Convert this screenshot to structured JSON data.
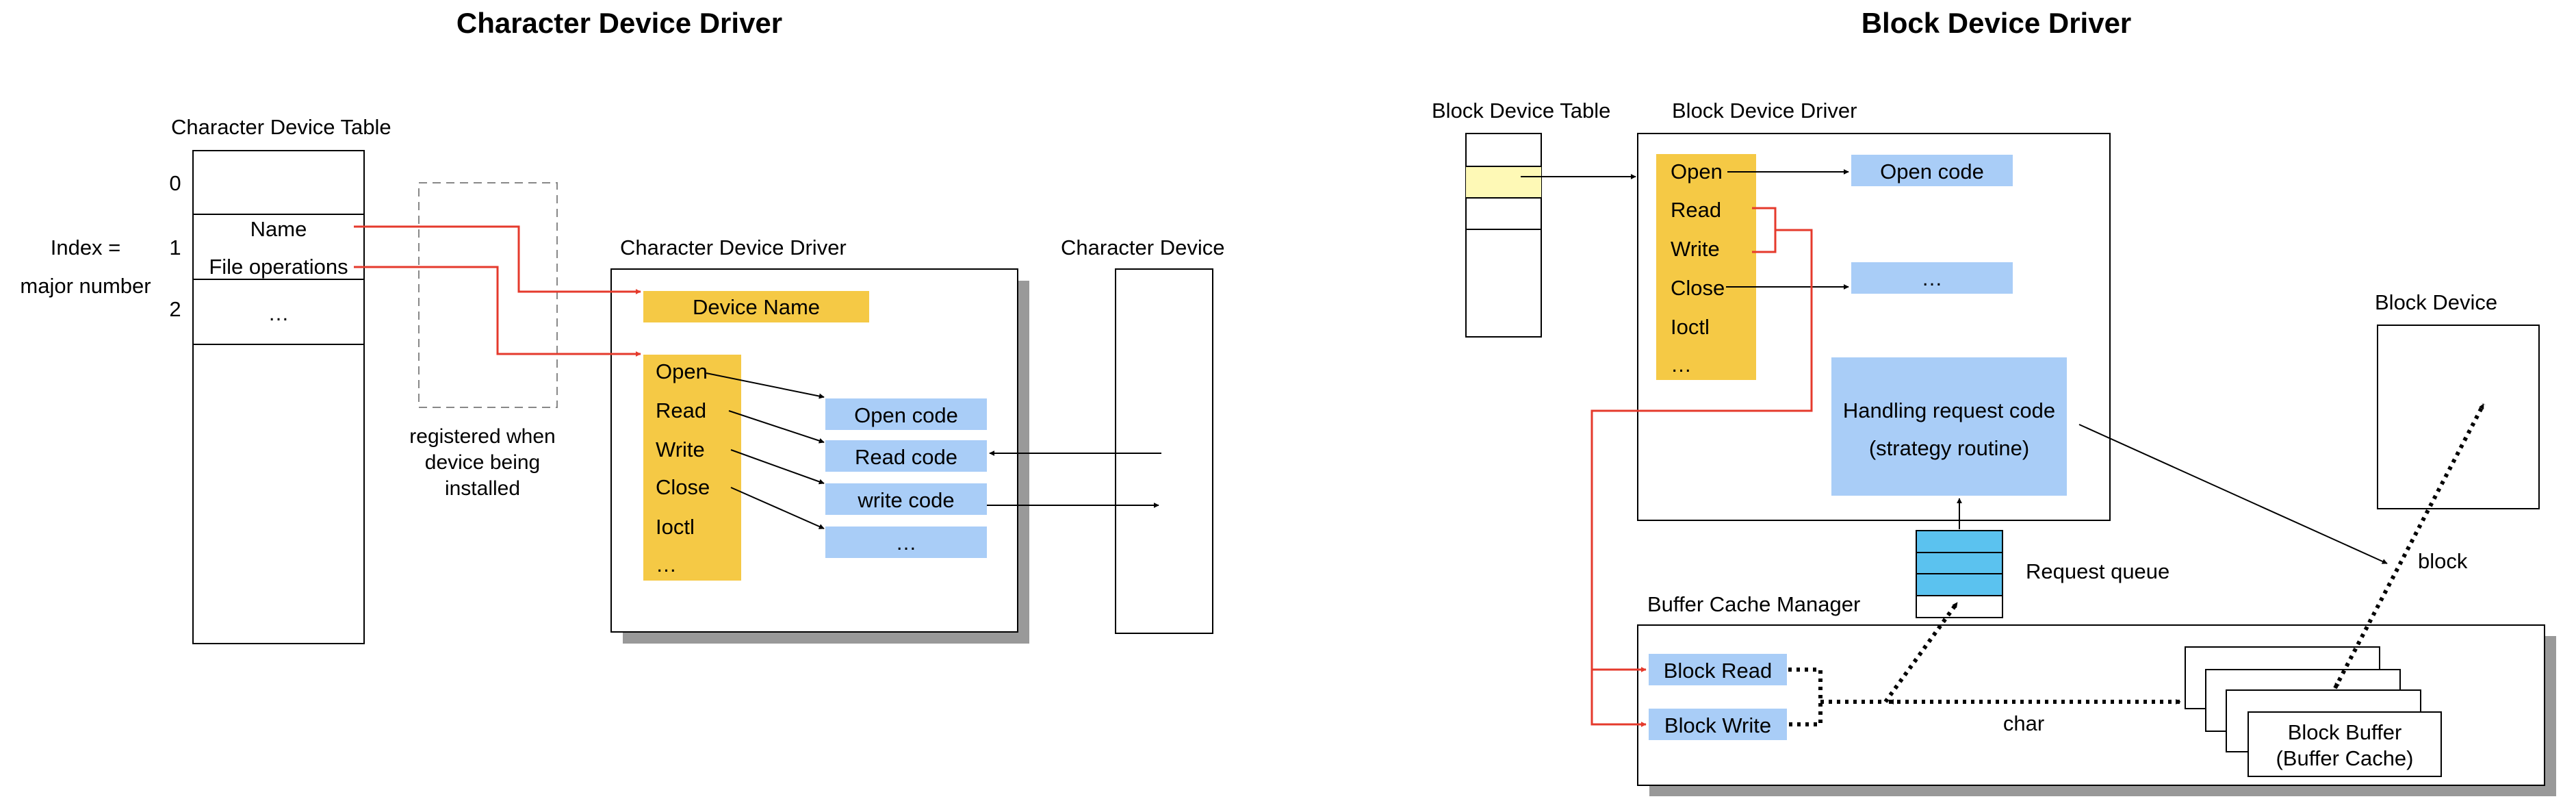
{
  "colors": {
    "yellow_box": "#f5c945",
    "blue_box": "#a9cdf7",
    "table_highlight": "#fef9b6",
    "request_queue_fill": "#5bc2ef",
    "red_arrow": "#e53a2c",
    "shadow": "#999999",
    "dashed_box": "#888888"
  },
  "left": {
    "title": "Character Device Driver",
    "table_label": "Character Device Table",
    "index_label_line1": "Index =",
    "index_label_line2": "major number",
    "rows": [
      "0",
      "1",
      "2"
    ],
    "row1_name": "Name",
    "row1_fileops": "File operations",
    "row2_ellipsis": "…",
    "registered_note": [
      "registered when",
      "device being",
      "installed"
    ],
    "driver_label": "Character Device Driver",
    "device_name": "Device Name",
    "ops": [
      "Open",
      "Read",
      "Write",
      "Close",
      "Ioctl",
      "…"
    ],
    "codes": [
      "Open code",
      "Read code",
      "write code",
      "…"
    ],
    "device_label": "Character Device"
  },
  "right": {
    "title": "Block Device Driver",
    "table_label": "Block Device Table",
    "driver_label": "Block Device Driver",
    "ops": [
      "Open",
      "Read",
      "Write",
      "Close",
      "Ioctl",
      "…"
    ],
    "codes": [
      "Open code",
      "…"
    ],
    "strategy_line1": "Handling request code",
    "strategy_line2": "(strategy routine)",
    "request_queue": "Request queue",
    "buffer_cache_manager": "Buffer Cache Manager",
    "block_read": "Block Read",
    "block_write": "Block Write",
    "char_label": "char",
    "block_label": "block",
    "block_device_label": "Block Device",
    "block_buffer_line1": "Block Buffer",
    "block_buffer_line2": "(Buffer Cache)"
  }
}
